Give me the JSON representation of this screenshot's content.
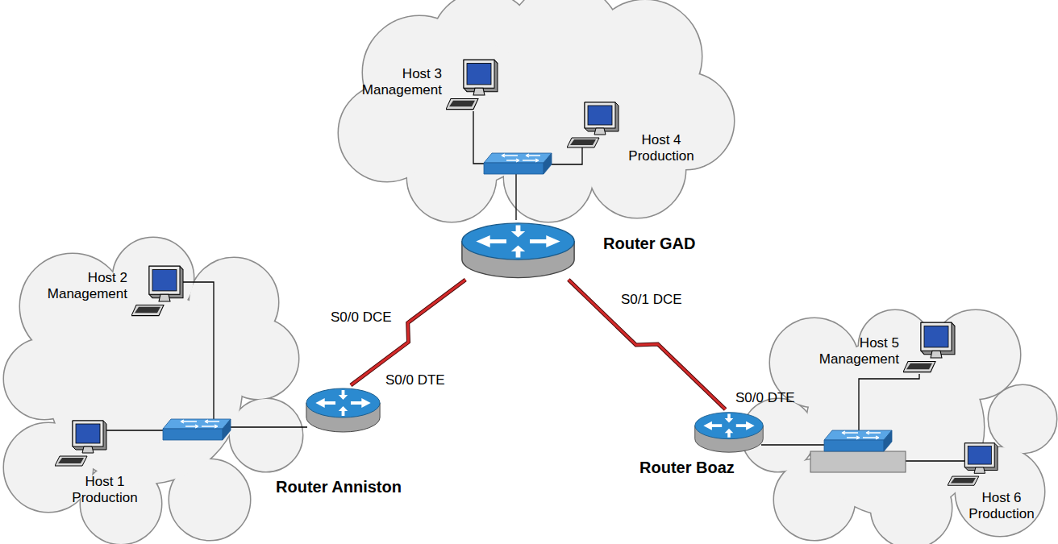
{
  "diagram": {
    "nodes": [
      {
        "text": [
          "Host 3 Management"
        ]
      },
      {
        "text": [
          "Host 4 Production"
        ]
      },
      {
        "text": [
          "Router GAD"
        ]
      },
      {
        "text": [
          "Host 2 Management"
        ]
      },
      {
        "text": [
          "Host 1 Production"
        ]
      },
      {
        "text": [
          "Router Anniston"
        ]
      },
      {
        "text": [
          "Router Boaz"
        ]
      },
      {
        "text": [
          "Host 5 Management"
        ]
      },
      {
        "text": [
          "Host 6 Production"
        ]
      }
    ],
    "edges": [
      {
        "from": 5,
        "to": 2,
        "arrow": "none"
      },
      {
        "from": 2,
        "to": 6,
        "arrow": "none"
      }
    ],
    "labels": [
      "S0/0 DCE",
      "S0/1 DCE",
      "S0/0 DTE",
      "S0/0 DTE"
    ]
  }
}
